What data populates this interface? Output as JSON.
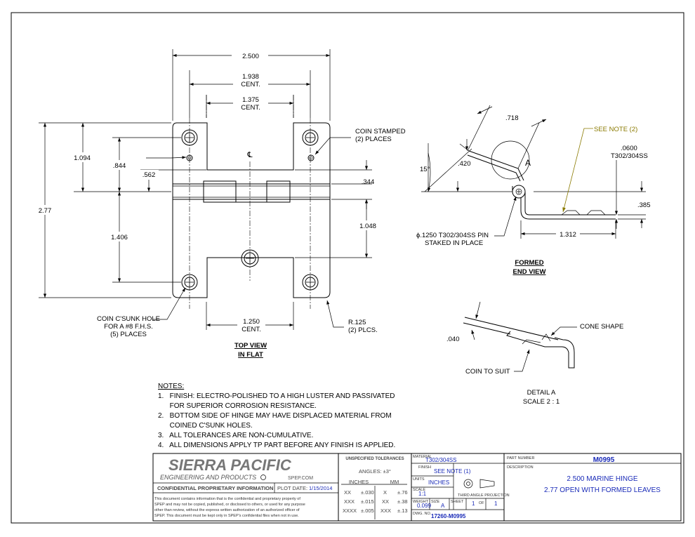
{
  "top_view": {
    "dims": {
      "overall_width": "2.500",
      "hole_span": "1.938",
      "hole_span_note": "CENT.",
      "slot_width": "1.375",
      "slot_width_note": "CENT.",
      "top_height": "1.094",
      "hole_offset": ".844",
      "slot_depth": ".562",
      "knuckle": ".344",
      "overall_height": "2.77",
      "lower_height": "1.406",
      "lower_offset": "1.048",
      "bottom_span": "1.250",
      "bottom_span_note": "CENT."
    },
    "centerline_symbol": "℄",
    "callout_coin_stamped": [
      "COIN STAMPED",
      "(2) PLACES"
    ],
    "callout_csk": [
      "COIN C'SUNK HOLE",
      "FOR A #8 F.H.S.",
      "(5) PLACES"
    ],
    "callout_radius": [
      "R.125",
      "(2) PLCS."
    ],
    "title": [
      "TOP VIEW",
      "IN FLAT"
    ]
  },
  "end_view": {
    "dims": {
      "d718": ".718",
      "d420": ".420",
      "angle": "15°",
      "thickness": ".0600",
      "material": "T302/304SS",
      "d385": ".385",
      "d1312": "1.312",
      "detail_letter": "A"
    },
    "note_ref": "SEE NOTE (2)",
    "pin_note": [
      "ϕ.1250 T302/304SS PIN",
      "STAKED IN PLACE"
    ],
    "title": [
      "FORMED",
      "END VIEW"
    ]
  },
  "detail": {
    "thickness": ".040",
    "cone": "CONE SHAPE",
    "coin": "COIN TO SUIT",
    "title": [
      "DETAIL A",
      "SCALE 2 : 1"
    ]
  },
  "notes": {
    "heading": "NOTES:",
    "items": [
      "1.   FINISH: ELECTRO-POLISHED TO A HIGH LUSTER AND PASSIVATED",
      "      FOR SUPERIOR CORROSION RESISTANCE.",
      "2.   BOTTOM SIDE OF HINGE MAY HAVE DISPLACED MATERIAL FROM",
      "      COINED C'SUNK HOLES.",
      "3.   ALL TOLERANCES ARE NON-CUMULATIVE.",
      "4.   ALL DIMENSIONS APPLY TP PART BEFORE ANY FINISH IS APPLIED."
    ]
  },
  "title_block": {
    "company": "SIERRA PACIFIC",
    "company_sub": "ENGINEERING AND PRODUCTS",
    "website": "SPEP.COM",
    "confidential": "CONFIDENTIAL PROPRIETARY INFORMATION",
    "plot_date_label": "PLOT DATE:",
    "plot_date": "1/15/2014",
    "disclaimer": [
      "This document contains information that is the confidential and proprietary property of",
      "SPEP and may not be copied, published, or disclosed to others, or used for any purpose",
      "other than review, without the express written authorization of an authorized officer of",
      "SPEP. This document must be kept only in SPEP's confidential files when not in use."
    ],
    "tol_title": "UNSPECIFIED TOLERANCES",
    "angles": "ANGLES: ±3°",
    "inches_hdr": "INCHES",
    "mm_hdr": "MM",
    "tol_rows": [
      {
        "k": "XX",
        "v": "±.030",
        "mk": "X",
        "mv": "±.76"
      },
      {
        "k": "XXX",
        "v": "±.015",
        "mk": "XX",
        "mv": "±.38"
      },
      {
        "k": "XXXX",
        "v": "±.005",
        "mk": "XXX",
        "mv": "±.13"
      }
    ],
    "material_label": "MATERIAL",
    "material": "T302/304SS",
    "finish_label": "FINISH",
    "finish": "SEE NOTE (1)",
    "units_label": "UNITS",
    "units": "INCHES",
    "scale_label": "SCALE",
    "scale": "1:1",
    "projection": "THIRD ANGLE PROJECTION",
    "weight_label": "WEIGHT",
    "weight": "0.099",
    "size_label": "SIZE",
    "size": "A",
    "sheet_label": "SHEET",
    "sheet": "1",
    "of_label": "OF",
    "of": "1",
    "dwg_label": "DWG. NO.",
    "dwg": "17260-M0995",
    "part_label": "PART NUMBER",
    "part": "M0995",
    "desc_label": "DESCRIPTION",
    "desc": [
      "2.500 MARINE HINGE",
      "2.77 OPEN WITH FORMED LEAVES"
    ]
  }
}
